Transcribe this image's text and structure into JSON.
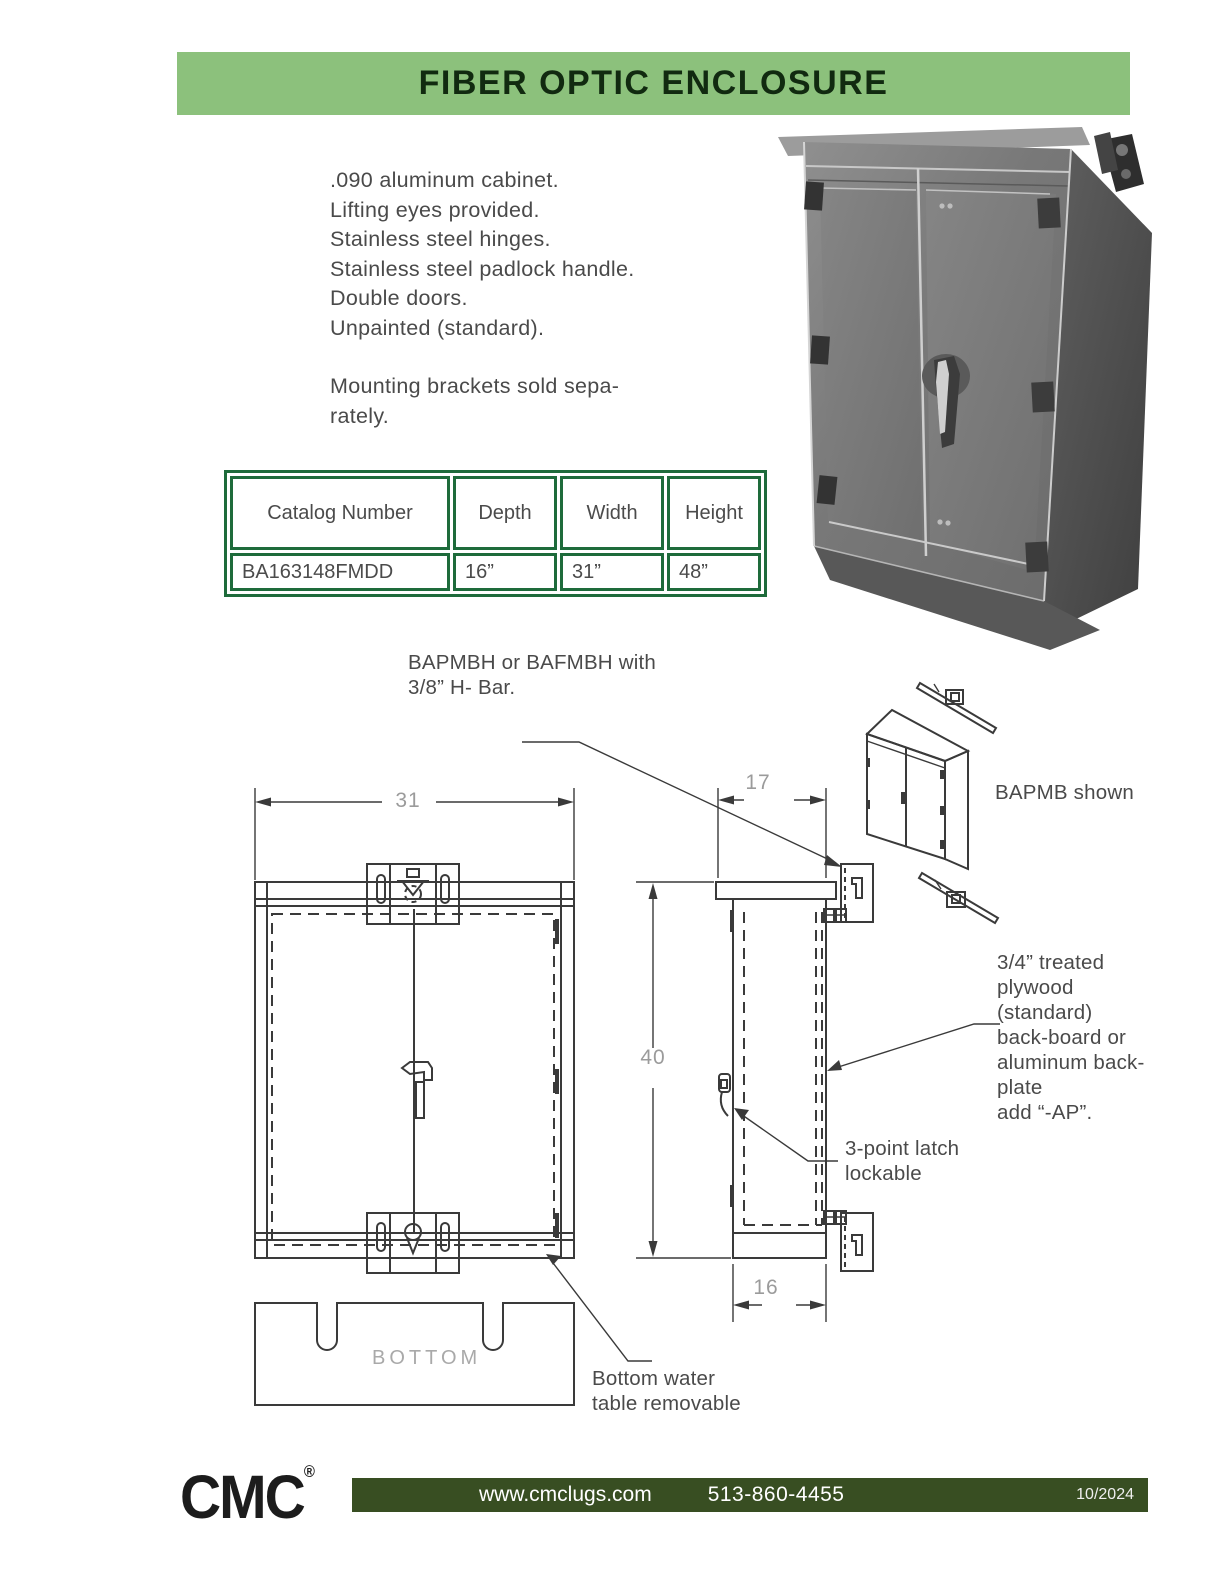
{
  "banner": {
    "title": "FIBER OPTIC ENCLOSURE"
  },
  "features": {
    "lines": [
      ".090 aluminum cabinet.",
      "Lifting eyes provided.",
      "Stainless steel hinges.",
      "Stainless steel padlock handle.",
      "Double doors.",
      "Unpainted (standard)."
    ],
    "note": "Mounting brackets sold sepa-\nrately."
  },
  "spec_table": {
    "headers": [
      "Catalog Number",
      "Depth",
      "Width",
      "Height"
    ],
    "row": {
      "catalog": "BA163148FMDD",
      "depth": "16”",
      "width": "31”",
      "height": "48”"
    }
  },
  "diagram": {
    "callout_hbar": "BAPMBH or BAFMBH with\n3/8” H- Bar.",
    "callout_bapmb": "BAPMB shown",
    "callout_backboard": "3/4” treated\nplywood\n(standard)\nback-board or\naluminum back-\nplate\nadd “-AP”.",
    "callout_latch": "3-point latch\nlockable",
    "callout_water_table": "Bottom water\ntable removable",
    "bottom_view_label": "BOTTOM",
    "dim_front_width": "31",
    "dim_top_depth": "17",
    "dim_side_height": "40",
    "dim_bottom_depth": "16"
  },
  "footer": {
    "logo_text": "CMC",
    "registered_mark": "®",
    "website": "www.cmclugs.com",
    "phone": "513-860-4455",
    "date": "10/2024"
  },
  "colors": {
    "banner_green": "#8cc17c",
    "title_dark_green": "#112a10",
    "table_border_green": "#1e6b3b",
    "footer_bar_green": "#384e22",
    "dimension_gray": "#9b9b9b"
  }
}
